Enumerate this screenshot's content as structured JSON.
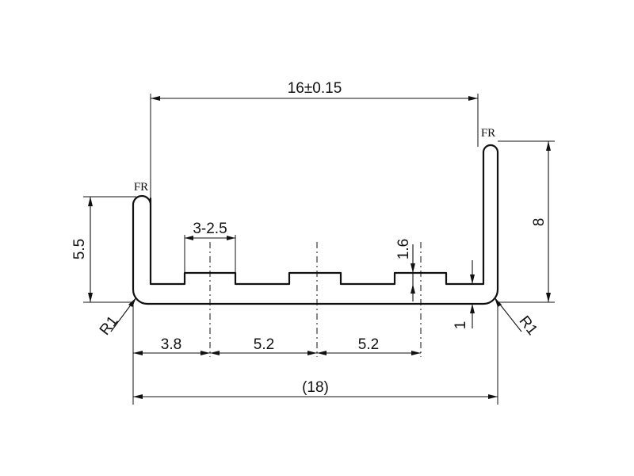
{
  "drawing": {
    "overall_width": "16±0.15",
    "total_length": "(18)",
    "left_wall_height": "5.5",
    "right_wall_height": "8",
    "rib_width": "3-2.5",
    "rib_height": "1.6",
    "base_thickness": "1",
    "left_offset": "3.8",
    "spacing_1": "5.2",
    "spacing_2": "5.2",
    "left_radius": "R1",
    "right_radius": "R1",
    "left_fr": "FR",
    "right_fr": "FR"
  }
}
